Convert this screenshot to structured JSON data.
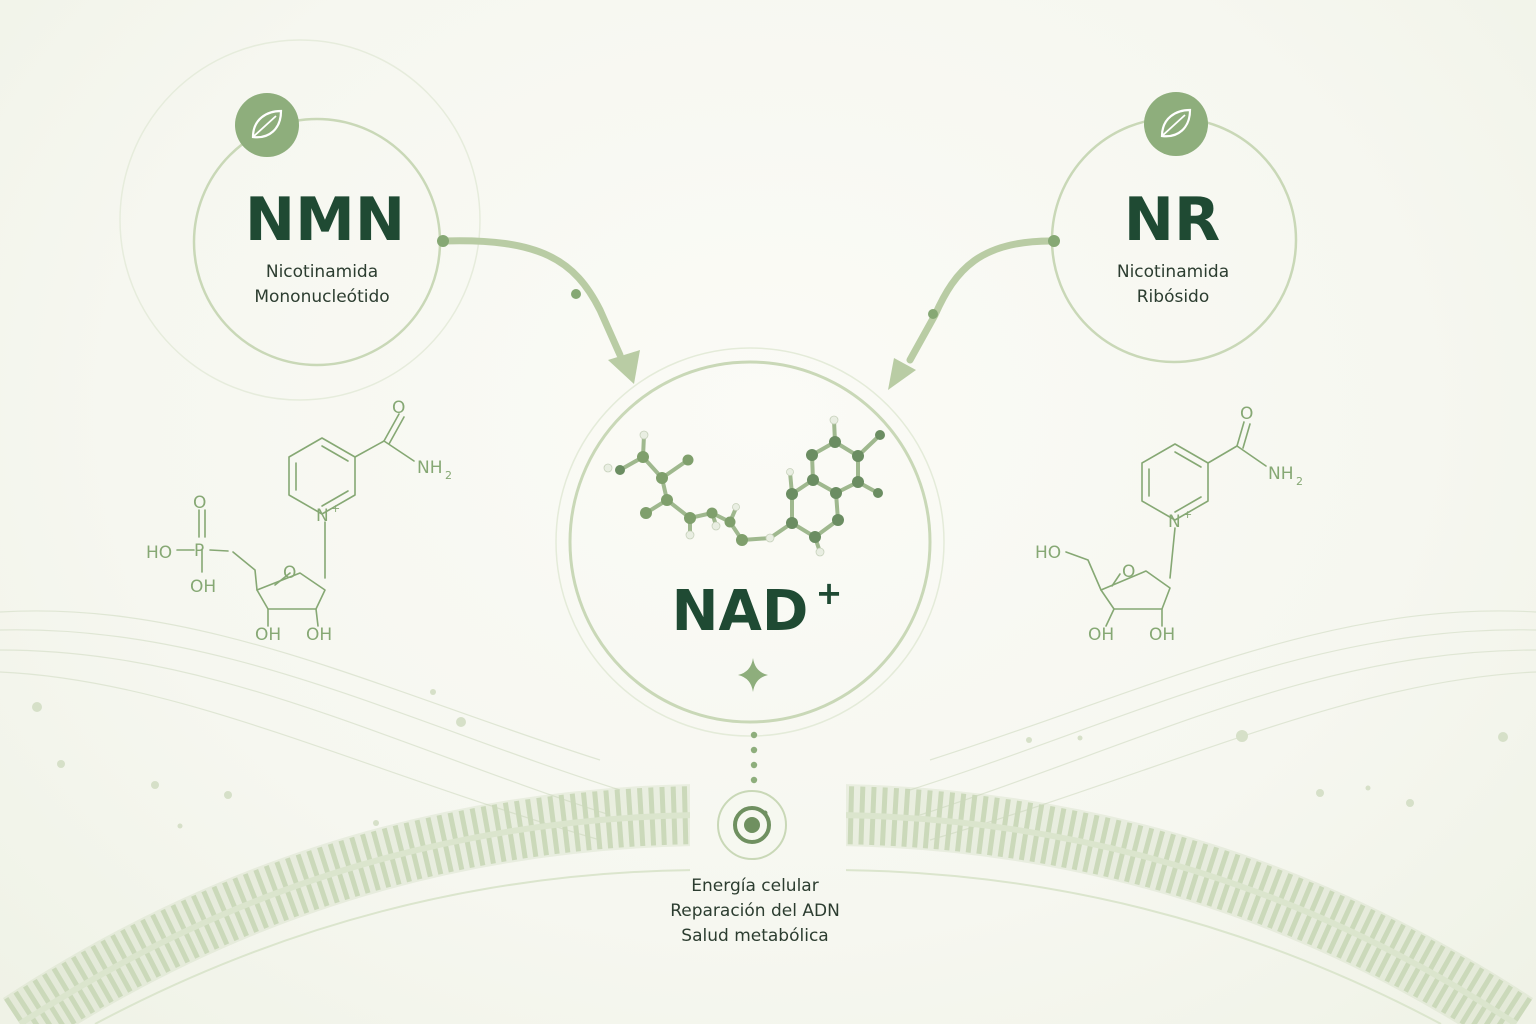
{
  "sources": [
    {
      "id": "nmn",
      "abbr": "NMN",
      "name_line1": "Nicotinamida",
      "name_line2": "Mononucleótido",
      "icon": "leaf-icon"
    },
    {
      "id": "nr",
      "abbr": "NR",
      "name_line1": "Nicotinamida",
      "name_line2": "Ribósido",
      "icon": "leaf-icon"
    }
  ],
  "product": {
    "abbr": "NAD",
    "superscript": "+",
    "icon": "sparkle-icon"
  },
  "structures": {
    "nmn": {
      "o": "O",
      "nh": "NH",
      "sub2": "2",
      "n": "N",
      "plus": "+",
      "p": "P",
      "ho": "HO",
      "oh": "OH",
      "ring_o": "O"
    },
    "nr": {
      "o": "O",
      "nh": "NH",
      "sub2": "2",
      "n": "N",
      "plus": "+",
      "ho": "HO",
      "oh": "OH",
      "ring_o": "O"
    }
  },
  "benefits": [
    "Energía celular",
    "Reparación del ADN",
    "Salud metabólica"
  ],
  "colors": {
    "primary_text": "#1f4a33",
    "accent": "#86a874",
    "badge": "#8eae7c",
    "ring": "#c9d8b7",
    "background": "#f6f7f0"
  }
}
